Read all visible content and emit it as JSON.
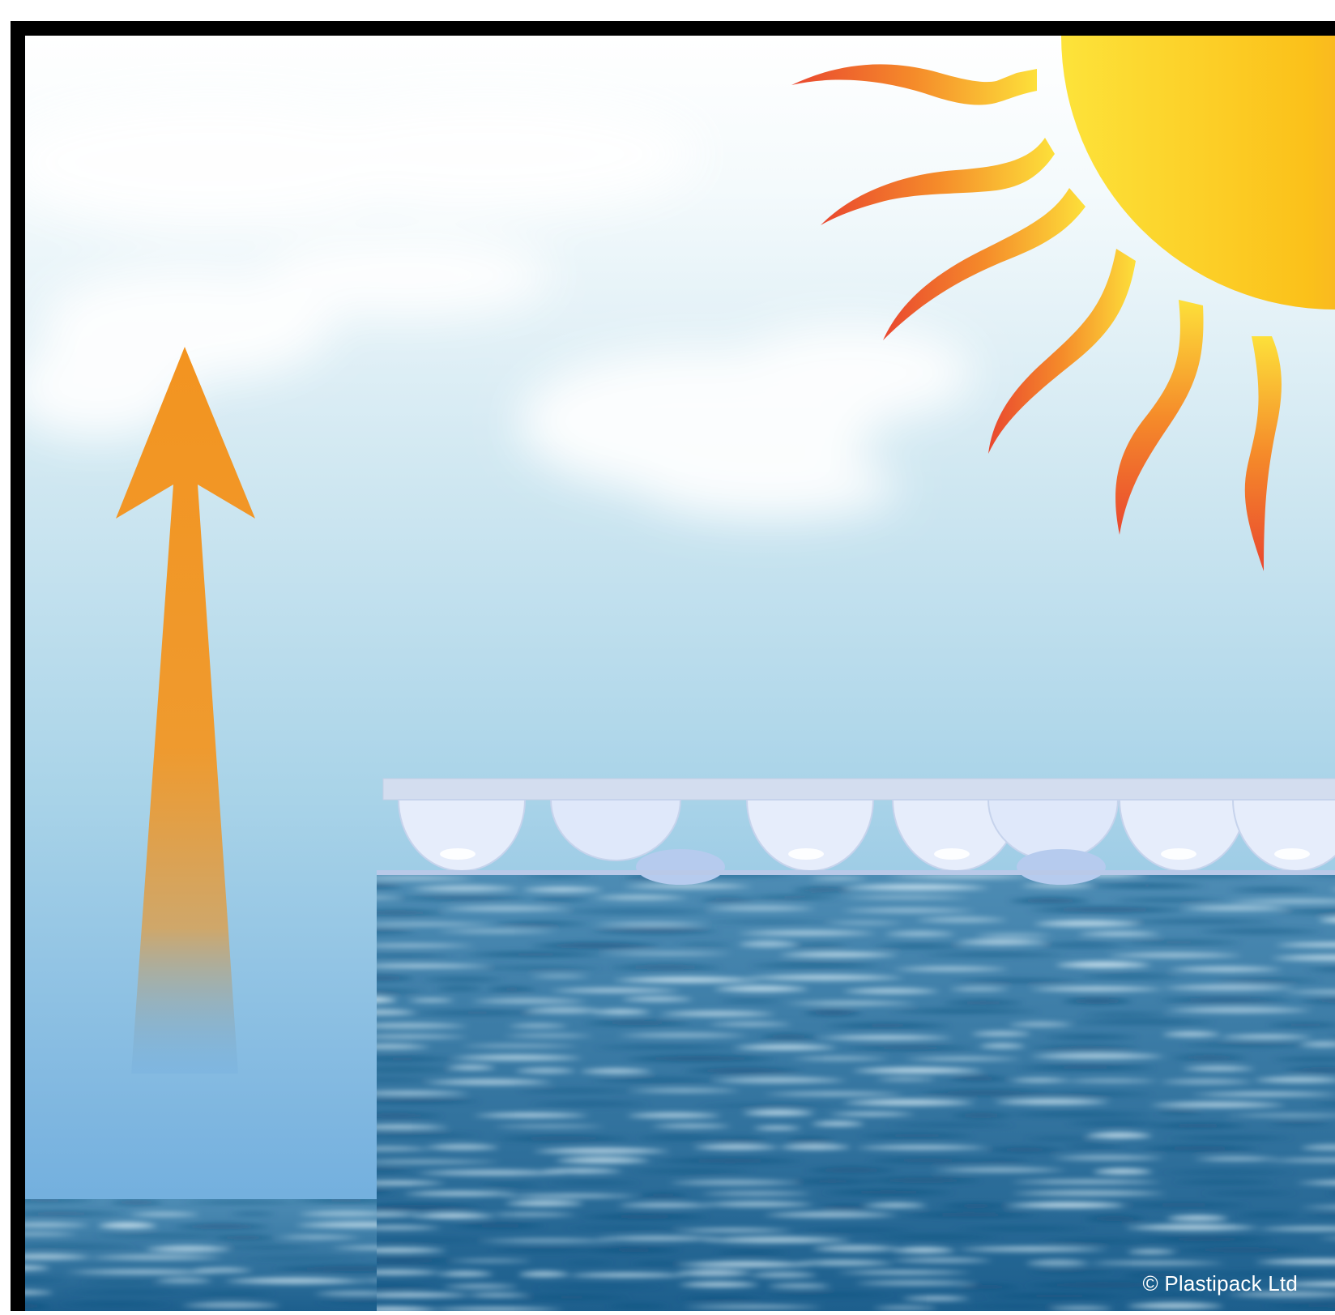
{
  "diagram": {
    "copyright": "© Plastipack Ltd",
    "elements": {
      "sky": "sky-gradient",
      "clouds": "cloud-shapes",
      "sun": "sun-icon",
      "sun_rays": "sun-ray-icons",
      "heat_arrow": "up-arrow-icon",
      "open_water": "open-pool-water",
      "covered_water": "covered-pool-water",
      "cover": "bubble-solar-cover"
    },
    "colors": {
      "frame": "#000000",
      "sky_top": "#ffffff",
      "sky_bottom": "#6aa8dc",
      "water_dark": "#1b5e8a",
      "water_light": "#cde6f2",
      "sun_yellow": "#fde33a",
      "sun_orange": "#f39a3b",
      "sun_red": "#e6452f",
      "arrow_top": "#f39420",
      "arrow_bottom": "#9aa8a0",
      "cover_sheet": "#d3ddef",
      "cover_bubble": "#e7eefb"
    }
  }
}
